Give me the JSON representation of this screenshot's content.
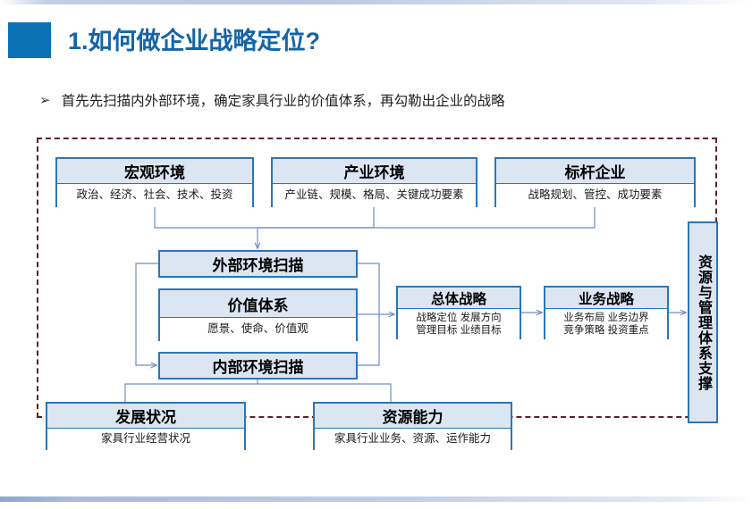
{
  "slide": {
    "title": "1.如何做企业战略定位?",
    "bullet_marker": "➢",
    "bullet_text": "首先先扫描内外部环境，确定家具行业的价值体系，再勾勒出企业的战略",
    "accent_color": "#0b72b5",
    "title_color": "#1464a8",
    "node_border_color": "#2e75b6",
    "node_header_fill": "#dce6f2",
    "dashed_border_color": "#5e2129"
  },
  "diagram": {
    "nodes": {
      "macro_environment": {
        "header": "宏观环境",
        "body": "政治、经济、社会、技术、投资"
      },
      "industry_environment": {
        "header": "产业环境",
        "body": "产业链、规模、格局、关键成功要素"
      },
      "benchmark_enterprise": {
        "header": "标杆企业",
        "body": "战略规划、管控、成功要素"
      },
      "external_scan": {
        "header": "外部环境扫描"
      },
      "value_system": {
        "header": "价值体系",
        "body": "愿景、使命、价值观"
      },
      "internal_scan": {
        "header": "内部环境扫描"
      },
      "overall_strategy": {
        "header": "总体战略",
        "body_line1": "战略定位  发展方向",
        "body_line2": "管理目标  业绩目标"
      },
      "business_strategy": {
        "header": "业务战略",
        "body_line1": "业务布局  业务边界",
        "body_line2": "竞争策略  投资重点"
      },
      "development_status": {
        "header": "发展状况",
        "body": "家具行业经营状况"
      },
      "resource_capability": {
        "header": "资源能力",
        "body": "家具行业业务、资源、运作能力"
      },
      "support_system": {
        "label": "资源与管理体系支撑"
      }
    }
  }
}
